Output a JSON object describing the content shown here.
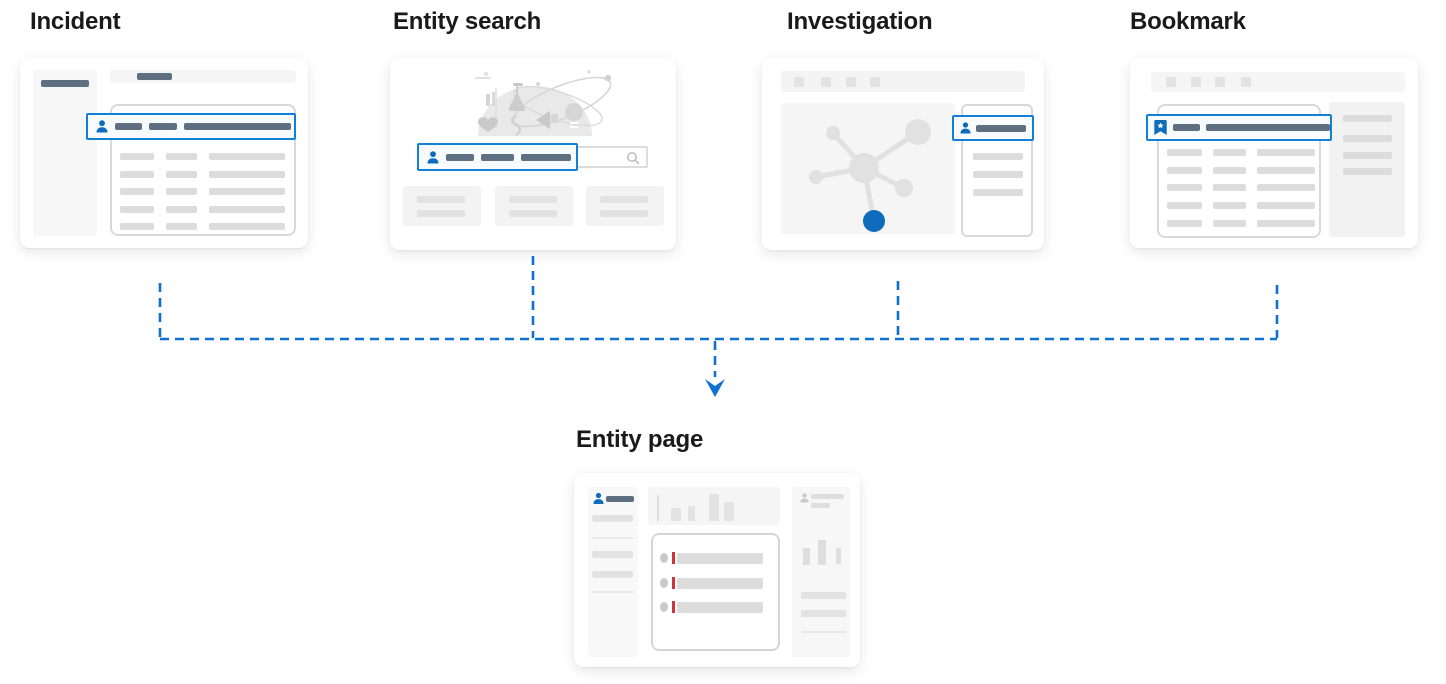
{
  "flow": {
    "sources": [
      {
        "id": "incident",
        "title": "Incident"
      },
      {
        "id": "entity-search",
        "title": "Entity search"
      },
      {
        "id": "investigation",
        "title": "Investigation"
      },
      {
        "id": "bookmark",
        "title": "Bookmark"
      }
    ],
    "target": {
      "id": "entity-page",
      "title": "Entity page"
    },
    "connector": {
      "style": "dashed",
      "direction": "sources-to-target"
    }
  },
  "icons": {
    "person": "person-icon",
    "bookmark": "bookmark-icon",
    "search": "search-icon",
    "arrow": "arrow-down-icon"
  },
  "colors": {
    "accent_blue": "#0f6cbd",
    "highlight_border": "#1181d8",
    "connector_blue": "#1070d0",
    "slate_bar": "#5d6f81",
    "light_bar": "#dcdcdc",
    "panel_gray": "#f5f5f5",
    "outline_gray": "#d9d9d9",
    "alert_red": "#d13438",
    "title_text": "#1a1a1a"
  }
}
